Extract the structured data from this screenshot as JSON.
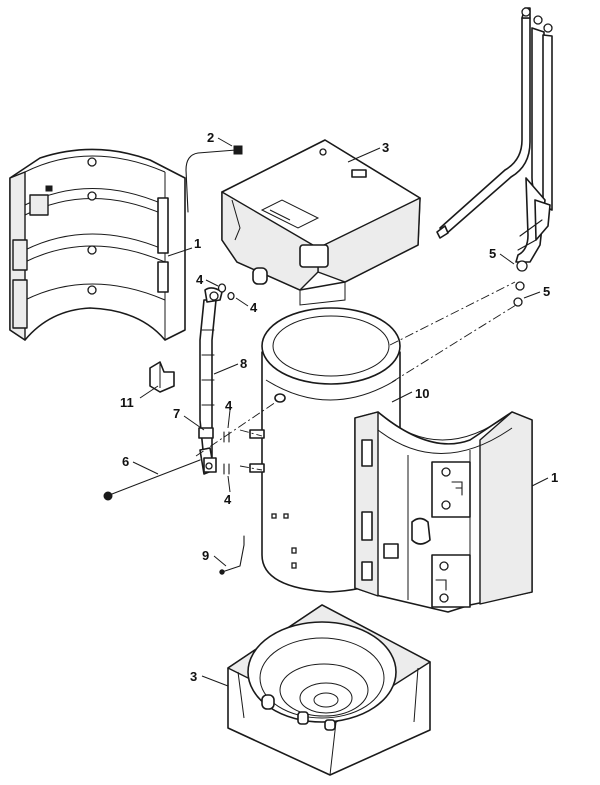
{
  "diagram": {
    "callouts": {
      "c1_top": "1",
      "c1_right": "1",
      "c2": "2",
      "c3_top": "3",
      "c3_bottom": "3",
      "c4_a": "4",
      "c4_b": "4",
      "c4_c": "4",
      "c4_d": "4",
      "c5_a": "5",
      "c5_b": "5",
      "c6": "6",
      "c7": "7",
      "c8": "8",
      "c9": "9",
      "c10": "10",
      "c11": "11"
    }
  }
}
